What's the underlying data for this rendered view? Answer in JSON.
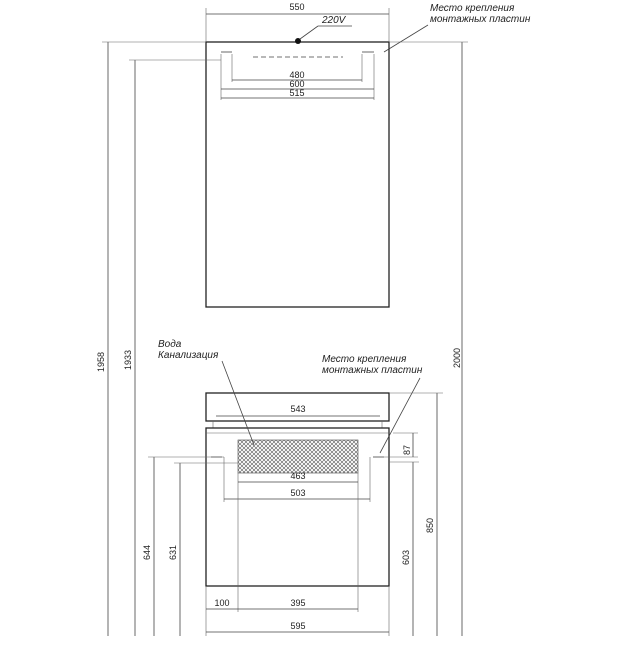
{
  "labels": {
    "voltage": "220V",
    "mount_top_1": "Место крепления",
    "mount_top_2": "монтажных пластин",
    "water": "Вода",
    "sewage": "Канализация",
    "mount_bot_1": "Место крепления",
    "mount_bot_2": "монтажных пластин"
  },
  "dimensions": {
    "mirror_width": "550",
    "mirror_mount_480": "480",
    "mirror_mount_600": "600",
    "mirror_mount_515": "515",
    "height_1958": "1958",
    "height_1933": "1933",
    "height_2000": "2000",
    "basin_543": "543",
    "cabinet_87": "87",
    "cabinet_463": "463",
    "cabinet_503": "503",
    "height_644": "644",
    "height_631": "631",
    "height_603": "603",
    "height_850": "850",
    "offset_100": "100",
    "width_395": "395",
    "total_595": "595"
  }
}
